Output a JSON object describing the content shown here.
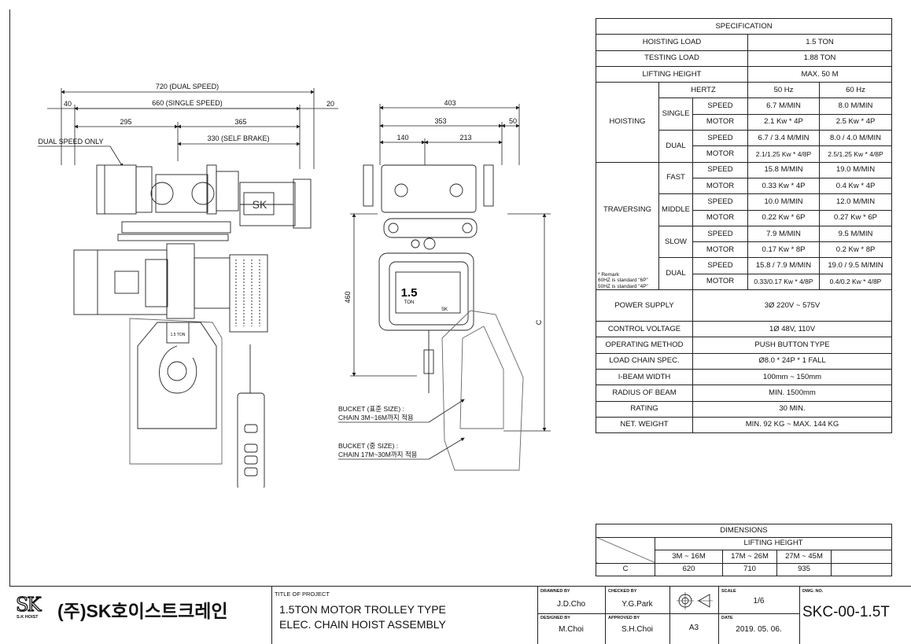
{
  "drawing": {
    "dims_side": {
      "overall": "720 (DUAL SPEED)",
      "single": "660 (SINGLE SPEED)",
      "left_offset": "40",
      "right_offset": "20",
      "seg_left": "295",
      "seg_right": "365",
      "brake": "330 (SELF BRAKE)",
      "dual_note": "DUAL SPEED ONLY"
    },
    "dims_front": {
      "overall": "403",
      "mid": "353",
      "right": "50",
      "seg_a": "140",
      "seg_b": "213",
      "height": "460",
      "c_label": "C"
    },
    "nameplate": {
      "capacity": "1.5",
      "unit": "TON",
      "brand": "SK"
    },
    "hook_label": "1.5 TON",
    "motor_logo": "SK",
    "bucket_std": [
      "BUCKET (표준 SIZE) :",
      "CHAIN 3M~16M까지 적용"
    ],
    "bucket_mid": [
      "BUCKET (중 SIZE) :",
      "CHAIN 17M~30M까지 적용"
    ]
  },
  "spec": {
    "title": "SPECIFICATION",
    "hoisting_load": {
      "label": "HOISTING LOAD",
      "value": "1.5 TON"
    },
    "testing_load": {
      "label": "TESTING LOAD",
      "value": "1.88 TON"
    },
    "lifting_height": {
      "label": "LIFTING HEIGHT",
      "value": "MAX.  50 M"
    },
    "hertz": {
      "label": "HERTZ",
      "hz50": "50 Hz",
      "hz60": "60 Hz"
    },
    "hoisting": {
      "label": "HOISTING",
      "single": {
        "label": "SINGLE",
        "speed": [
          "SPEED",
          "6.7 M/MIN",
          "8.0 M/MIN"
        ],
        "motor": [
          "MOTOR",
          "2.1 Kw * 4P",
          "2.5 Kw * 4P"
        ]
      },
      "dual": {
        "label": "DUAL",
        "speed": [
          "SPEED",
          "6.7 / 3.4 M/MIN",
          "8.0 / 4.0 M/MIN"
        ],
        "motor": [
          "MOTOR",
          "2.1/1.25 Kw * 4/8P",
          "2.5/1.25 Kw * 4/8P"
        ]
      }
    },
    "traversing": {
      "label": "TRAVERSING",
      "fast": {
        "label": "FAST",
        "speed": [
          "SPEED",
          "15.8 M/MIN",
          "19.0 M/MIN"
        ],
        "motor": [
          "MOTOR",
          "0.33 Kw * 4P",
          "0.4 Kw * 4P"
        ]
      },
      "middle": {
        "label": "MIDDLE",
        "speed": [
          "SPEED",
          "10.0 M/MIN",
          "12.0 M/MIN"
        ],
        "motor": [
          "MOTOR",
          "0.22 Kw * 6P",
          "0.27 Kw * 6P"
        ]
      },
      "slow": {
        "label": "SLOW",
        "speed": [
          "SPEED",
          "7.9 M/MIN",
          "9.5 M/MIN"
        ],
        "motor": [
          "MOTOR",
          "0.17 Kw * 8P",
          "0.2 Kw * 8P"
        ]
      },
      "dual": {
        "label": "DUAL",
        "speed": [
          "SPEED",
          "15.8 / 7.9 M/MIN",
          "19.0 / 9.5 M/MIN"
        ],
        "motor": [
          "MOTOR",
          "0.33/0.17 Kw * 4/8P",
          "0.4/0.2 Kw * 4/8P"
        ]
      }
    },
    "remark": [
      "* Remark",
      "60HZ is standard \"6P\"",
      "50HZ is standard \"4P\""
    ],
    "power_supply": {
      "label": "POWER SUPPLY",
      "value": "3Ø 220V ~ 575V"
    },
    "control_voltage": {
      "label": "CONTROL VOLTAGE",
      "value": "1Ø 48V, 110V"
    },
    "operating_method": {
      "label": "OPERATING METHOD",
      "value": "PUSH BUTTON TYPE"
    },
    "load_chain": {
      "label": "LOAD CHAIN SPEC.",
      "value": "Ø8.0 * 24P * 1 FALL"
    },
    "ibeam": {
      "label": "I-BEAM WIDTH",
      "value": "100mm ~ 150mm"
    },
    "radius": {
      "label": "RADIUS OF BEAM",
      "value": "MIN. 1500mm"
    },
    "rating": {
      "label": "RATING",
      "value": "30 MIN."
    },
    "net_weight": {
      "label": "NET. WEIGHT",
      "value": "MIN.  92 KG ~  MAX. 144 KG"
    }
  },
  "dimensions": {
    "title": "DIMENSIONS",
    "lifting_height": "LIFTING HEIGHT",
    "ranges": [
      "3M ~ 16M",
      "17M ~ 26M",
      "27M ~ 45M"
    ],
    "row_label": "C",
    "values": [
      "620",
      "710",
      "935"
    ]
  },
  "title_block": {
    "logo_letters": "SK",
    "logo_sub": "S.K HOIST",
    "company": "(주)SK호이스트크레인",
    "title_label": "TITLE OF PROJECT",
    "title_line1": "1.5TON MOTOR TROLLEY TYPE",
    "title_line2": "ELEC. CHAIN HOIST ASSEMBLY",
    "drawn_by_label": "DRAWNED BY",
    "drawn_by": "J.D.Cho",
    "checked_by_label": "CHECKED BY",
    "checked_by": "Y.G.Park",
    "designed_by_label": "DESIGNED BY",
    "designed_by": "M.Choi",
    "approved_by_label": "APPROVED BY",
    "approved_by": "S.H.Choi",
    "scale_label": "SCALE",
    "scale": "1/6",
    "sheet": "A3",
    "date_label": "DATE",
    "date": "2019. 05. 06.",
    "dwg_label": "DWG. NO.",
    "dwg_no": "SKC-00-1.5T"
  }
}
